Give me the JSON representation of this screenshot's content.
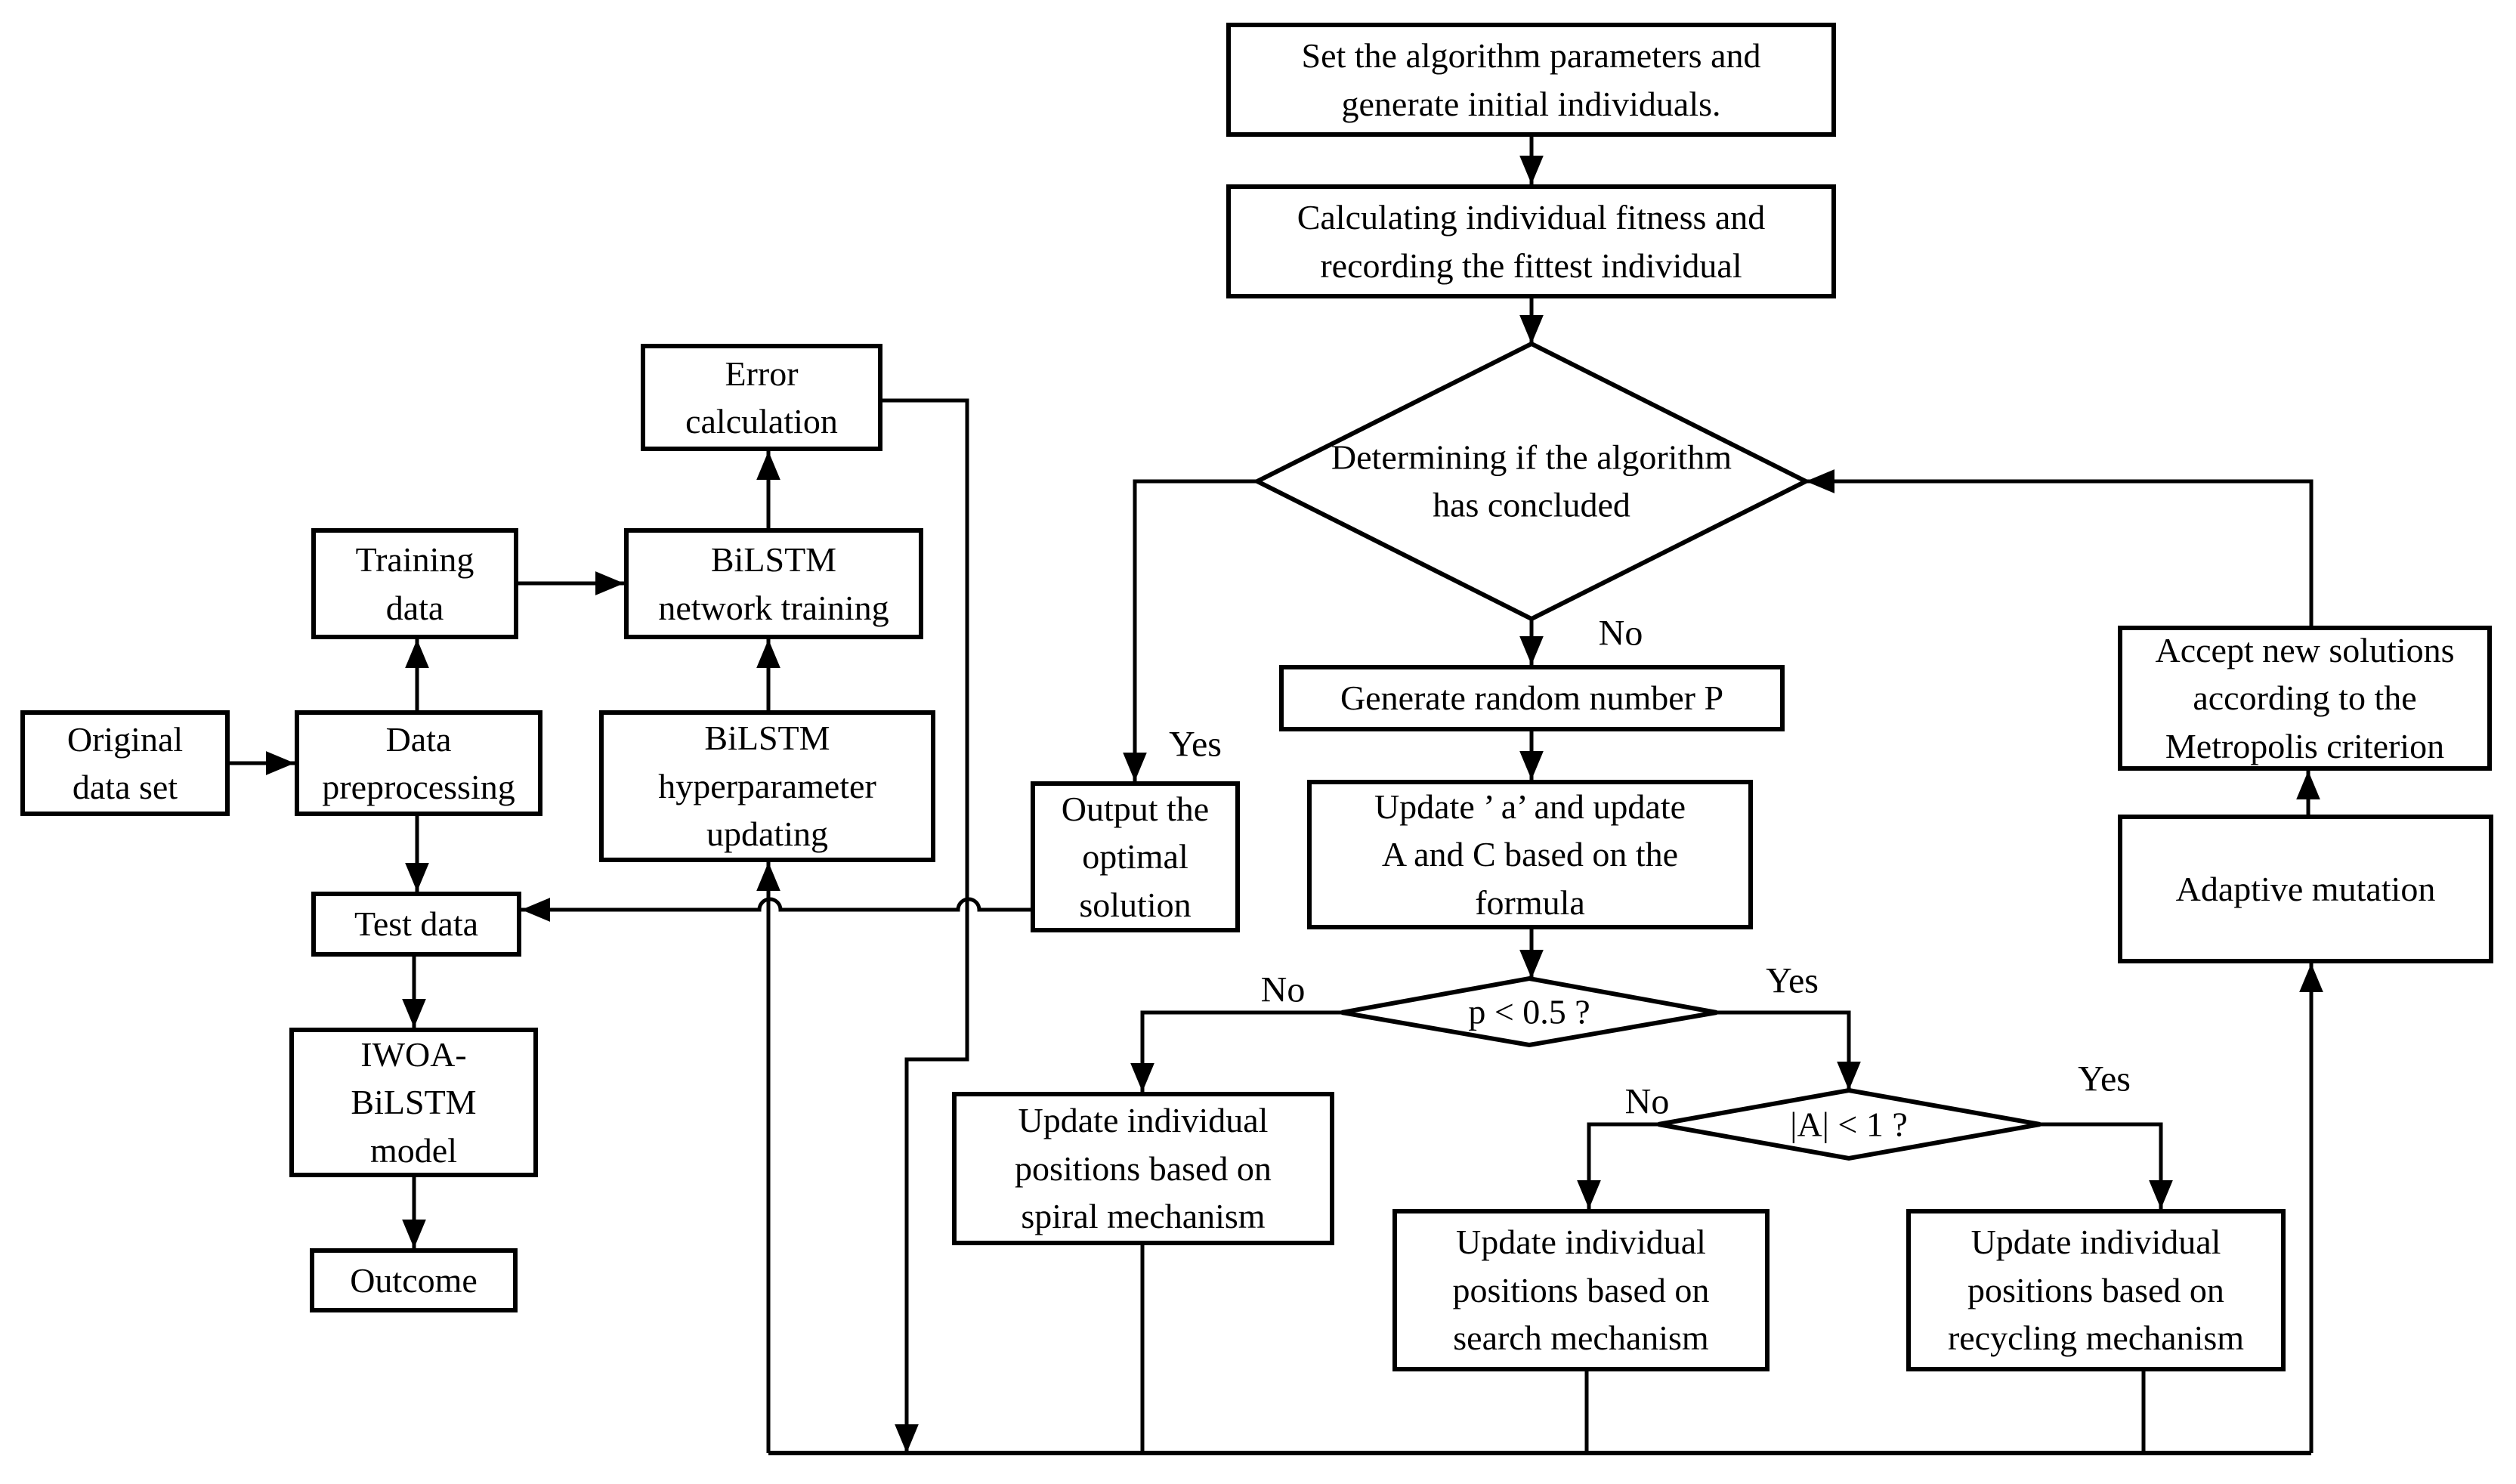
{
  "nodes": {
    "set_params": "Set the algorithm parameters and\ngenerate initial individuals.",
    "calc_fitness": "Calculating individual fitness and\nrecording the fittest individual",
    "concluded": "Determining if the algorithm\nhas concluded",
    "generate_p": "Generate random number P",
    "update_a": "Update ’ a’ and update\nA and C based on the\nformula",
    "p_decision": "p < 0.5 ?",
    "a_decision": "|A| < 1 ?",
    "spiral": "Update individual\npositions based on\nspiral mechanism",
    "search": "Update individual\npositions based on\nsearch mechanism",
    "recycling": "Update individual\npositions based on\nrecycling mechanism",
    "accept": "Accept new solutions\naccording to the\nMetropolis criterion",
    "adaptive": "Adaptive mutation",
    "output": "Output the\noptimal\nsolution",
    "original": "Original\ndata set",
    "preprocessing": "Data\npreprocessing",
    "training": "Training\ndata",
    "network": "BiLSTM\nnetwork training",
    "error": "Error\ncalculation",
    "hyper": "BiLSTM\nhyperparameter\nupdating",
    "test": "Test data",
    "iwoa": "IWOA-\nBiLSTM\nmodel",
    "outcome": "Outcome"
  },
  "edge_labels": {
    "yes": "Yes",
    "no": "No"
  },
  "colors": {
    "stroke": "#000000",
    "background": "#ffffff"
  }
}
